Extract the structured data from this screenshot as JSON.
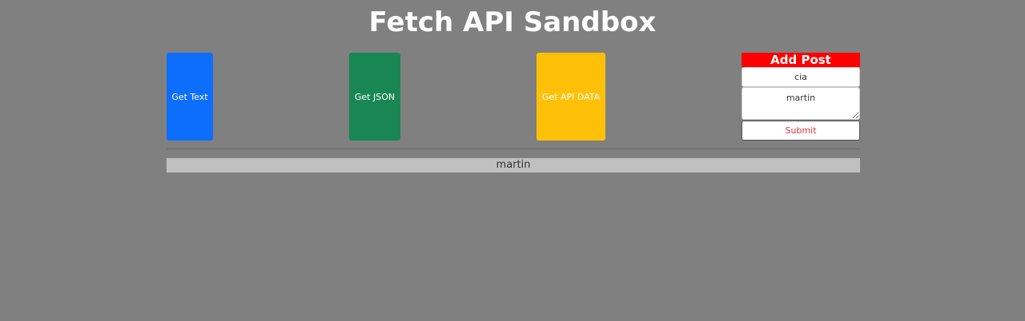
{
  "page": {
    "title": "Fetch API Sandbox"
  },
  "buttons": {
    "get_text": "Get Text",
    "get_json": "Get JSON",
    "get_api_data": "Get API DATA"
  },
  "add_post_form": {
    "heading": "Add Post",
    "title_value": "cia",
    "body_value": "martin",
    "submit_label": "Submit"
  },
  "output": {
    "text": "martin"
  },
  "colors": {
    "background": "#808080",
    "get_text_button": "#0d6efd",
    "get_json_button": "#198754",
    "get_api_button": "#ffc107",
    "form_heading": "#ff0000",
    "submit_text": "#dc3545",
    "output_background": "#c0c0c0"
  }
}
